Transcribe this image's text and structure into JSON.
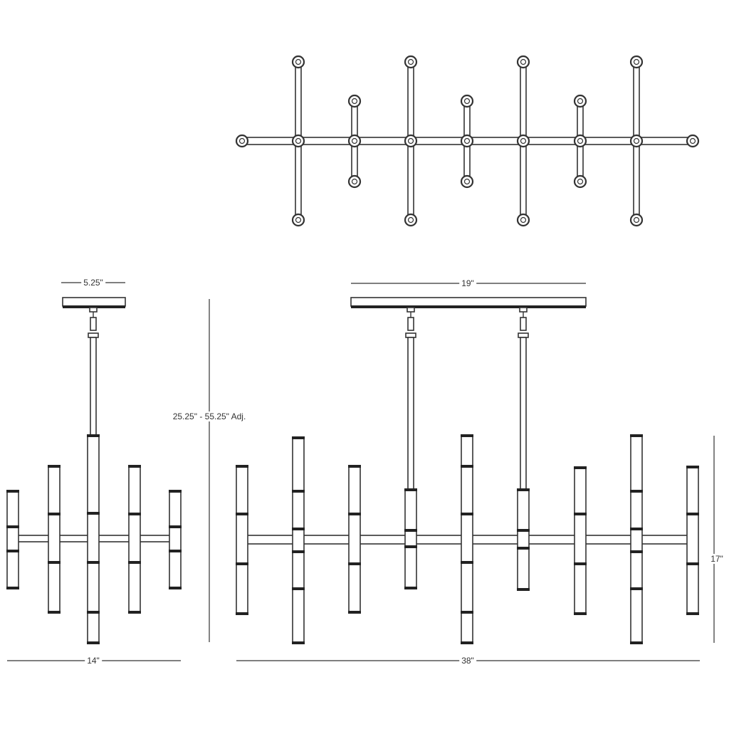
{
  "dimensions": {
    "canopy_side_width": "5.25\"",
    "canopy_front_width": "19\"",
    "overall_height": "25.25\" - 55.25\" Adj.",
    "body_height": "17\"",
    "side_width": "14\"",
    "front_width": "38\""
  },
  "colors": {
    "line": "#333333",
    "fill": "#ffffff",
    "band": "#222222"
  }
}
